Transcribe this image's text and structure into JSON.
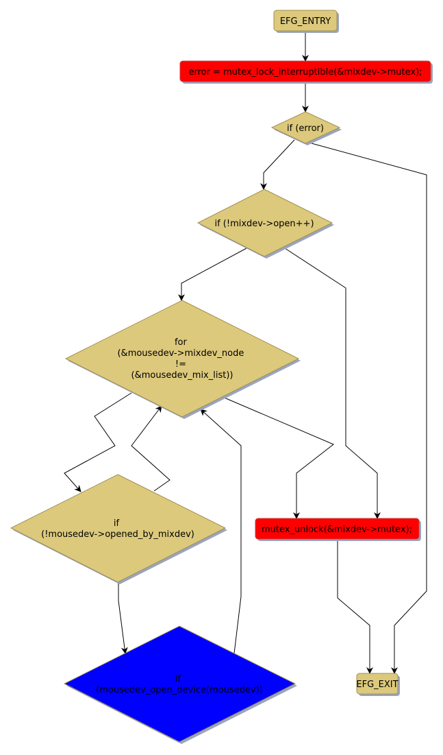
{
  "colors": {
    "node_default": "#dcc97c",
    "node_border": "#a08f50",
    "node_highlight_red": "#ff0000",
    "node_highlight_blue": "#0000ff",
    "shadow": "#9aa4c0",
    "edge": "#000000"
  },
  "nodes": {
    "entry": {
      "label": "EFG_ENTRY"
    },
    "lock": {
      "label": "error = mutex_lock_interruptible(&mixdev->mutex);"
    },
    "if_error": {
      "label": "if (error)"
    },
    "if_open": {
      "label": "if (!mixdev->open++)"
    },
    "for_loop": {
      "lines": [
        "for",
        "(&mousedev->mixdev_node",
        "!=",
        "(&mousedev_mix_list))"
      ]
    },
    "if_opened": {
      "lines": [
        "if",
        "(!mousedev->opened_by_mixdev)"
      ]
    },
    "if_open_device": {
      "lines": [
        "if",
        "(mousedev_open_device(mousedev))"
      ]
    },
    "unlock": {
      "label": "mutex_unlock(&mixdev->mutex);"
    },
    "exit": {
      "label": "EFG_EXIT"
    }
  }
}
